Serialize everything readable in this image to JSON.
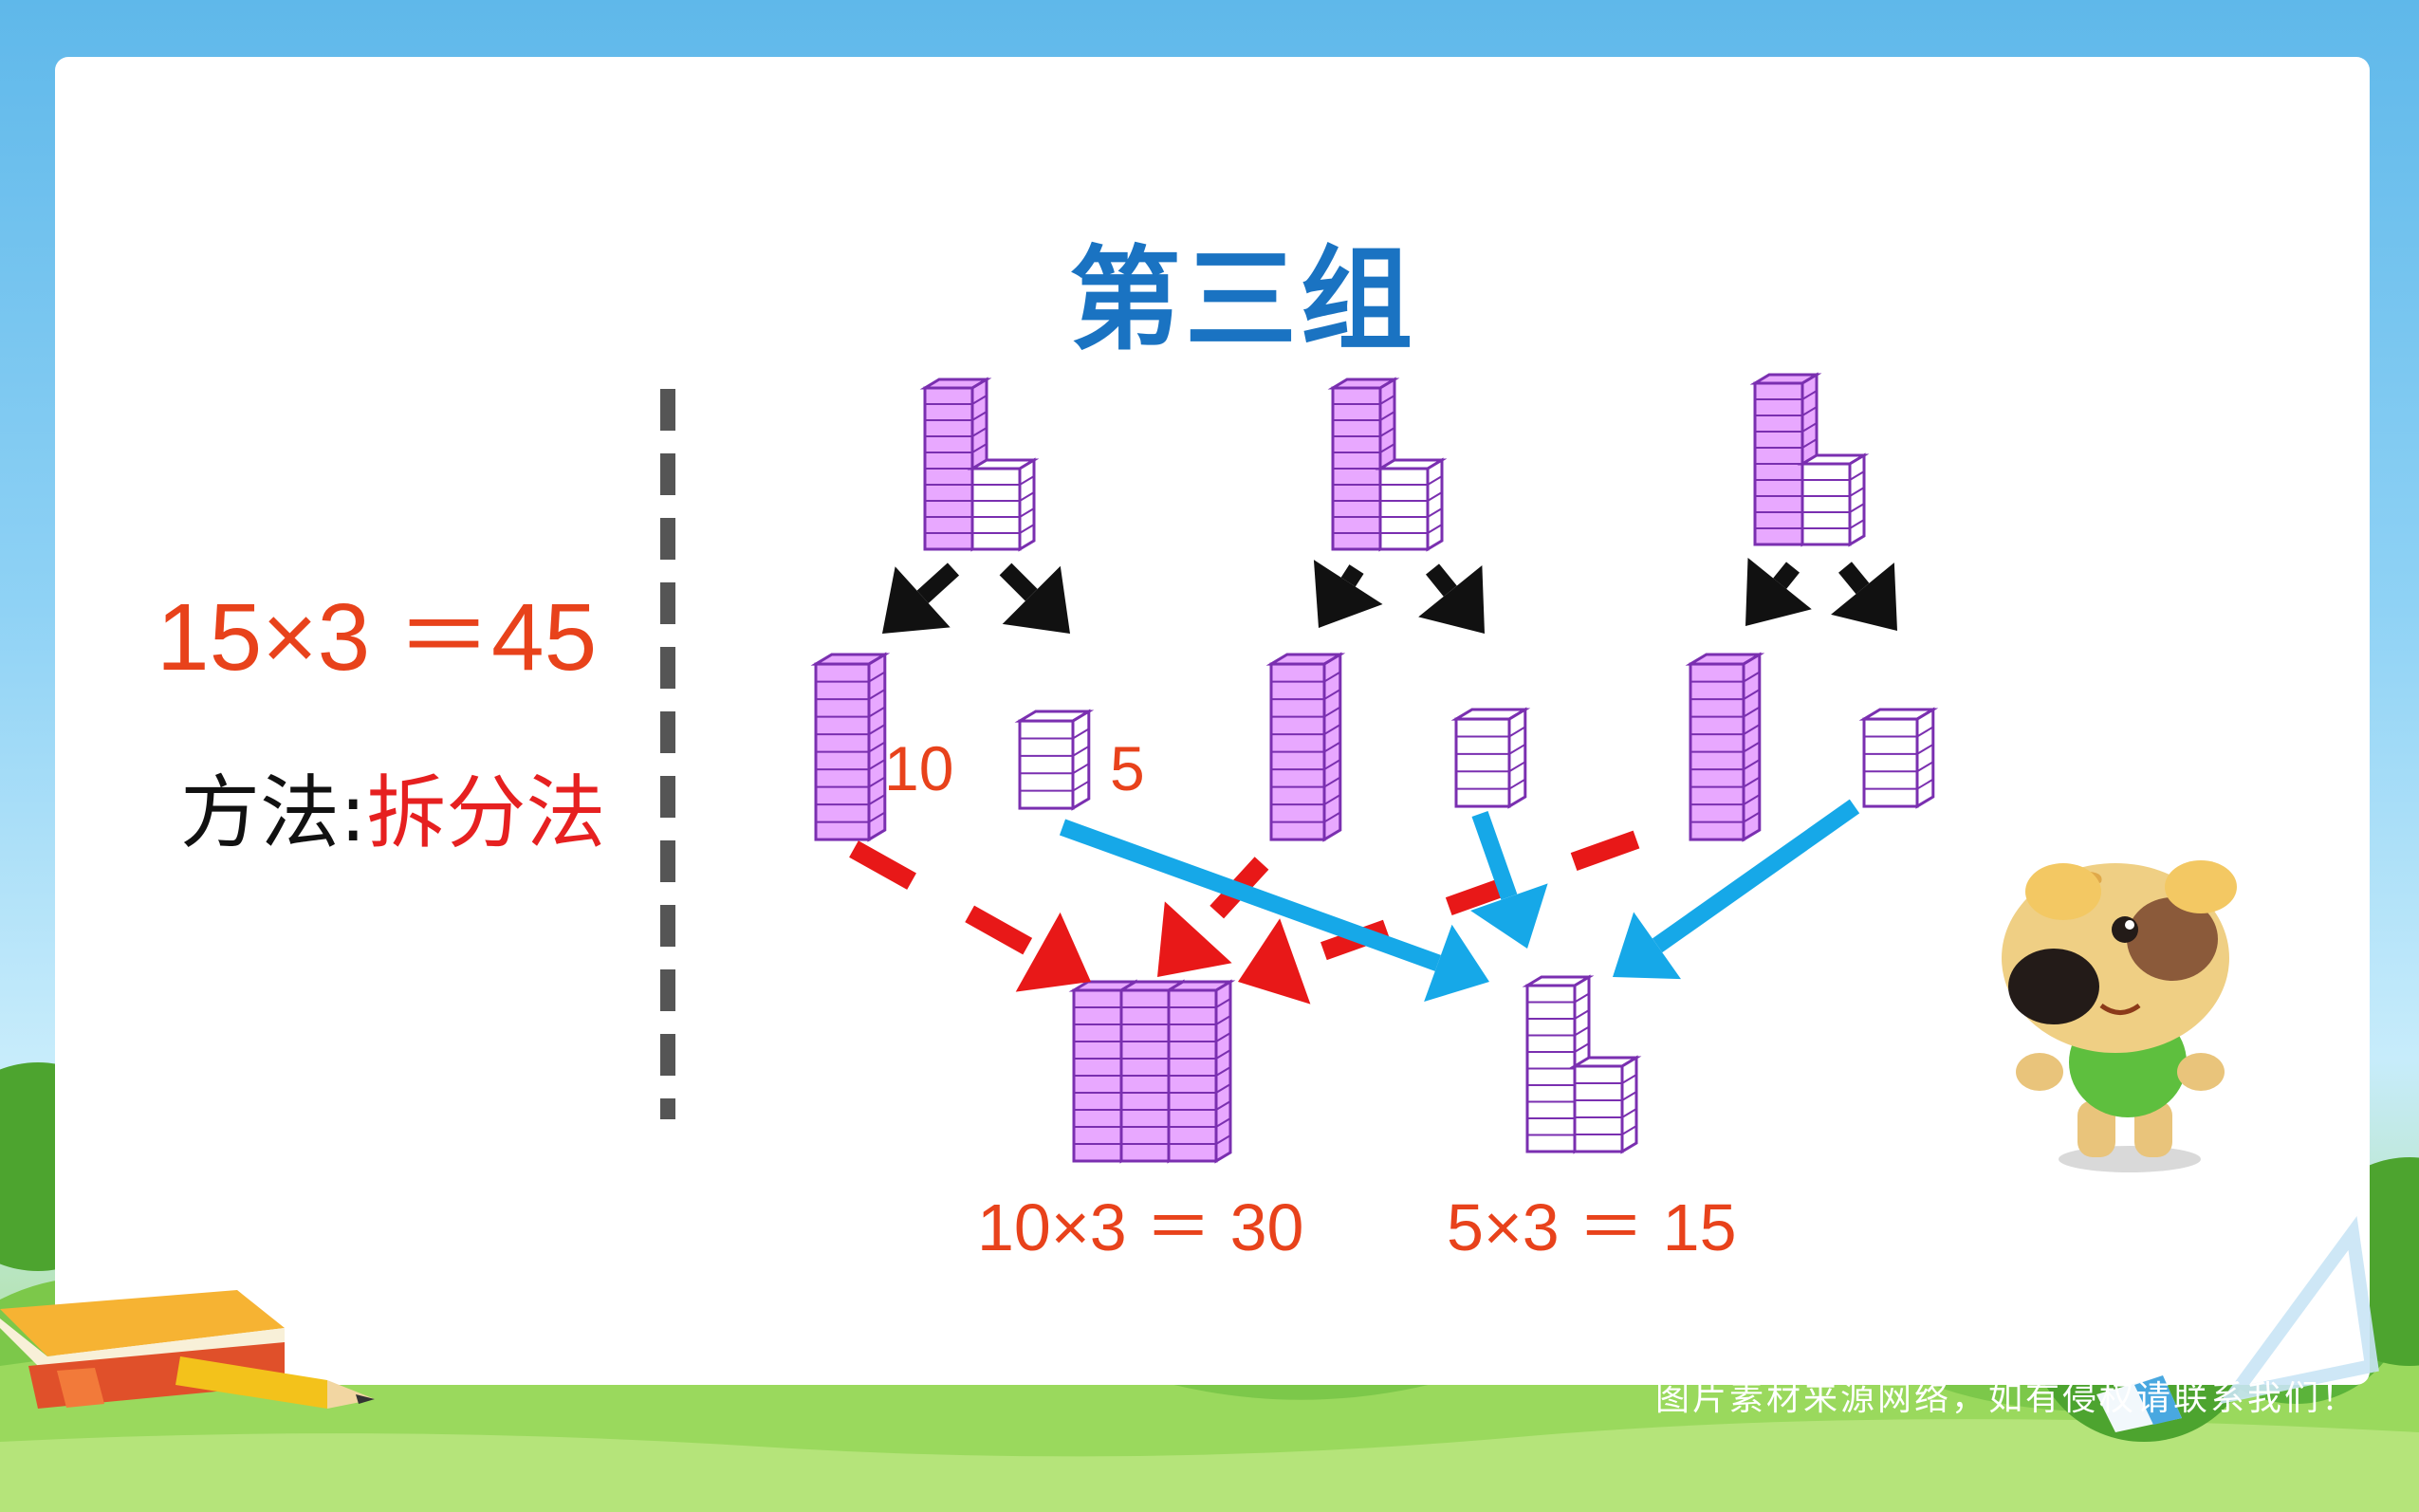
{
  "title": "第三组",
  "equation": {
    "left": "15×3 ＝",
    "answer": "45"
  },
  "method": {
    "label": "方法:",
    "value": "拆分法"
  },
  "split_labels": {
    "tens": "10",
    "ones": "5"
  },
  "results": {
    "tens_eq": "10×3 ＝ 30",
    "ones_eq": "5×3 ＝ 15"
  },
  "watermark": "图片素材来源网络，如有侵权请联系我们！",
  "colors": {
    "title": "#1a73c2",
    "equation": "#e8421b",
    "tens_cube": "#e8a8ff",
    "ones_cube": "#ffffff",
    "red_arrow": "#e81818",
    "blue_arrow": "#16a8e8",
    "black_arrow": "#111111"
  },
  "icons": [
    "puppy-mascot",
    "book-icon",
    "pencil-icon",
    "ruler-icon",
    "eraser-icon"
  ]
}
